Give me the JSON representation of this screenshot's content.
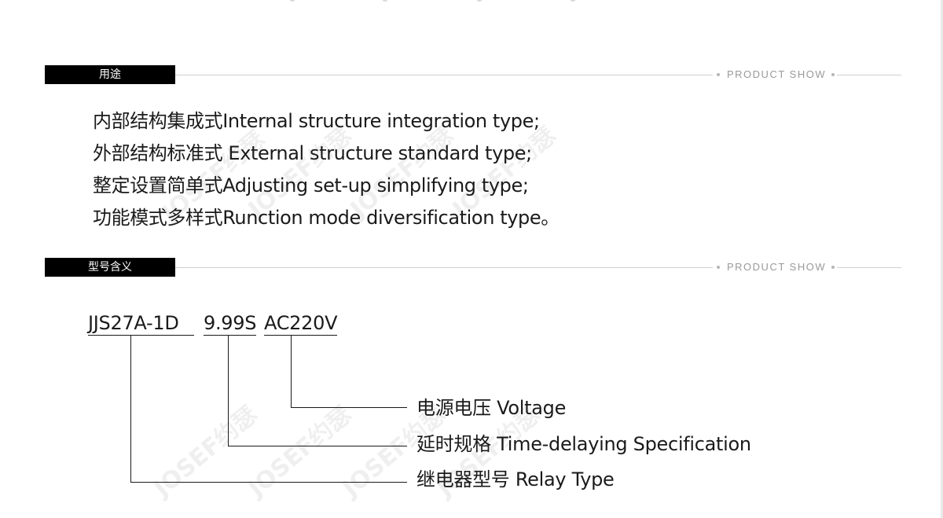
{
  "sections": [
    {
      "tag": "用途",
      "decor_label": "PRODUCT SHOW",
      "items": [
        "内部结构集成式Internal structure integration type;",
        "外部结构标准式 External structure standard type;",
        "整定设置简单式Adjusting set-up simplifying type;",
        "功能模式多样式Runction mode diversification type。"
      ]
    },
    {
      "tag": "型号含义",
      "decor_label": "PRODUCT SHOW"
    }
  ],
  "model": {
    "parts": [
      "JJS27A-1D",
      "9.99S",
      "AC220V"
    ],
    "meanings": [
      "电源电压 Voltage",
      "延时规格 Time-delaying Specification",
      "继电器型号 Relay Type"
    ]
  },
  "watermark_text": "JOSEF约瑟",
  "colors": {
    "tag_bg": "#000000",
    "tag_text": "#ffffff",
    "rule": "#cfcfcf",
    "decor_text": "#9a9a9a",
    "body_text": "#1a1a1a"
  }
}
